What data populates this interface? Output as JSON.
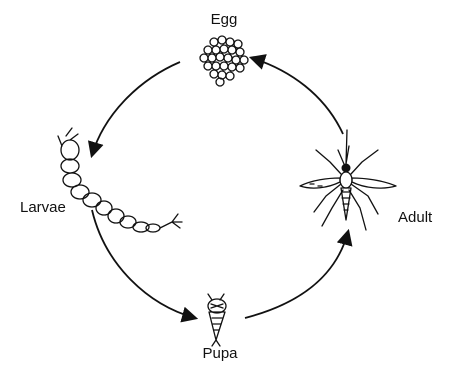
{
  "stages": {
    "egg": "Egg",
    "larvae": "Larvae",
    "pupa": "Pupa",
    "adult": "Adult"
  },
  "colors": {
    "ink": "#111111",
    "background": "#ffffff"
  },
  "icons": {
    "egg": "egg-cluster-icon",
    "larvae": "larva-icon",
    "pupa": "pupa-icon",
    "adult": "mosquito-icon"
  }
}
